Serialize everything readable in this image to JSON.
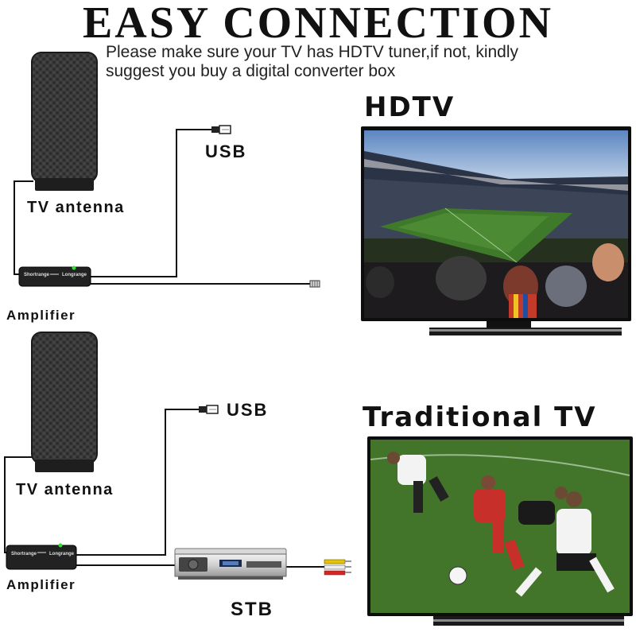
{
  "header": {
    "title": "EASY CONNECTION",
    "note_line1": "Please make sure your TV has HDTV tuner,if not, kindly",
    "note_line2": "suggest you buy a digital converter box"
  },
  "top": {
    "usb_label": "USB",
    "antenna_label": "TV antenna",
    "amplifier_label": "Amplifier",
    "amp_switch_left": "Shortrange",
    "amp_switch_right": "Longrange",
    "tv_label": "HDTV"
  },
  "bottom": {
    "usb_label": "USB",
    "antenna_label": "TV antenna",
    "amplifier_label": "Amplifier",
    "amp_switch_left": "Shortrange",
    "amp_switch_right": "Longrange",
    "tv_label": "Traditional TV",
    "stb_label": "STB"
  },
  "colors": {
    "cable": "#111111",
    "led": "#33dd33",
    "grass": "#3f7a2a",
    "sky": "#6d95c7"
  }
}
